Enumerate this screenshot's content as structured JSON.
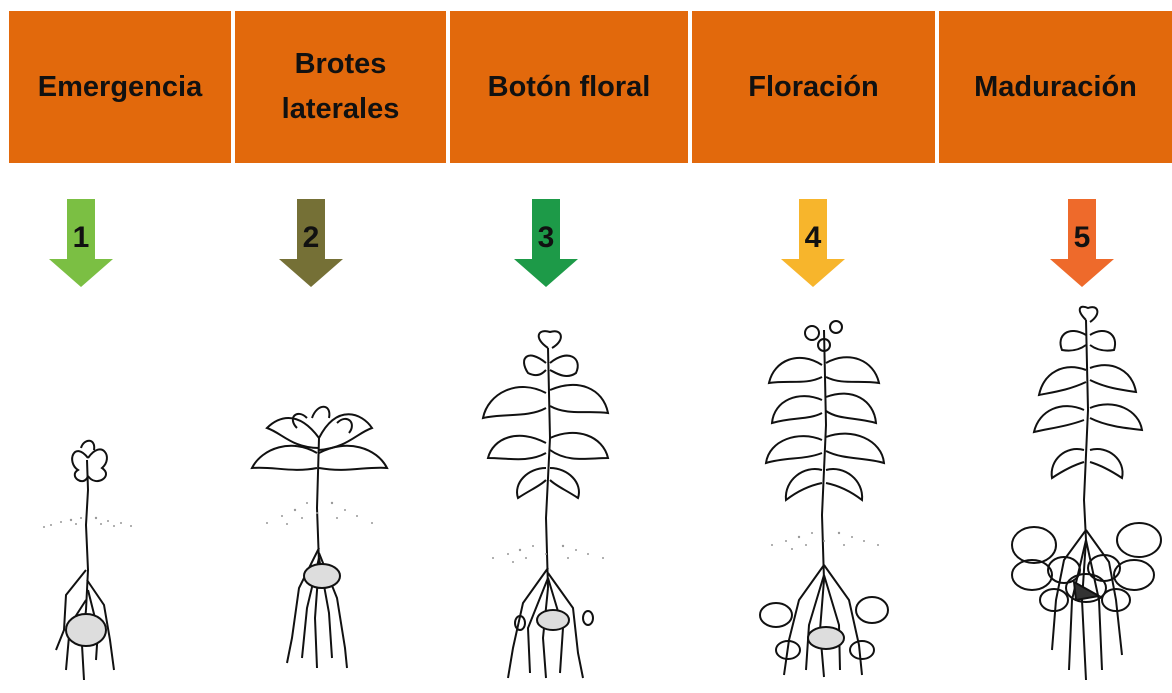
{
  "stages": [
    {
      "label": "Emergencia",
      "number": "1",
      "arrow_color": "#7bbf43",
      "plant": "seedling"
    },
    {
      "label": "Brotes laterales",
      "number": "2",
      "arrow_color": "#757036",
      "plant": "lateral-shoots"
    },
    {
      "label": "Botón floral",
      "number": "3",
      "arrow_color": "#1d9a48",
      "plant": "flower-bud"
    },
    {
      "label": "Floración",
      "number": "4",
      "arrow_color": "#f7b52c",
      "plant": "flowering"
    },
    {
      "label": "Maduración",
      "number": "5",
      "arrow_color": "#ee6a2b",
      "plant": "maturation"
    }
  ],
  "colors": {
    "header_bg": "#e2690c",
    "header_text": "#111111"
  }
}
